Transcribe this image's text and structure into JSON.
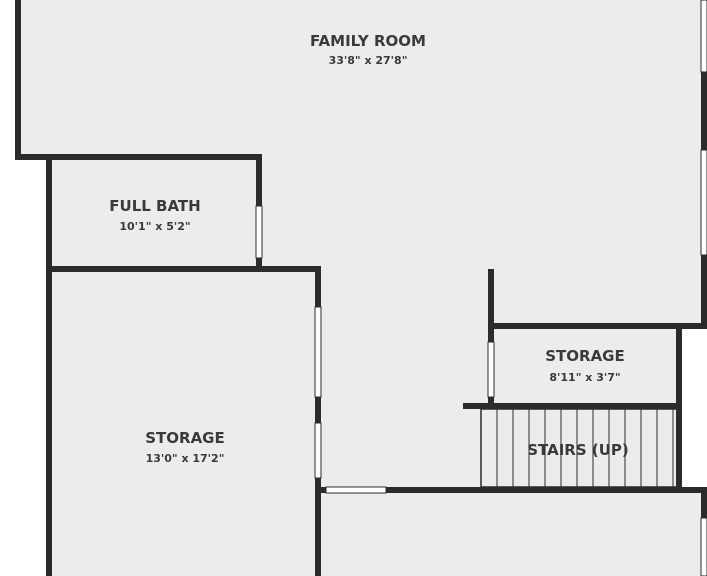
{
  "floor_plan": {
    "colors": {
      "floor": "#ececec",
      "wall": "#2b2b2b",
      "background": "#ffffff",
      "window": "#ffffff",
      "label": "#3a3a3a"
    },
    "rooms": {
      "family_room": {
        "name": "FAMILY ROOM",
        "dimensions": "33'8\" x 27'8\""
      },
      "full_bath": {
        "name": "FULL BATH",
        "dimensions": "10'1\" x 5'2\""
      },
      "storage_left": {
        "name": "STORAGE",
        "dimensions": "13'0\" x 17'2\""
      },
      "storage_right": {
        "name": "STORAGE",
        "dimensions": "8'11\" x 3'7\""
      },
      "stairs": {
        "name": "STAIRS (UP)"
      }
    }
  }
}
